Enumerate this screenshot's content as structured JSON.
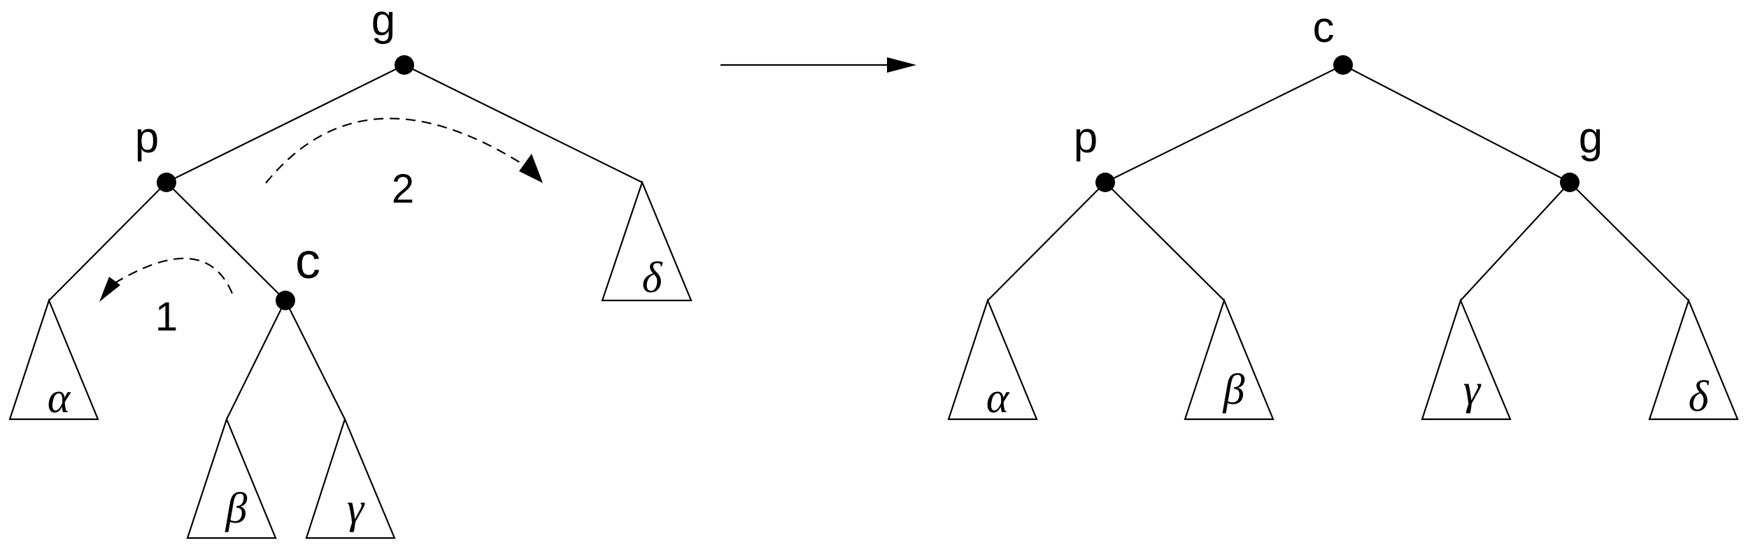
{
  "before": {
    "nodes": {
      "g": "g",
      "p": "p",
      "c": "c"
    },
    "subtrees": {
      "alpha": "α",
      "beta": "β",
      "gamma": "γ",
      "delta": "δ"
    },
    "rotations": {
      "first": "1",
      "second": "2"
    }
  },
  "after": {
    "nodes": {
      "c": "c",
      "p": "p",
      "g": "g"
    },
    "subtrees": {
      "alpha": "α",
      "beta": "β",
      "gamma": "γ",
      "delta": "δ"
    }
  }
}
